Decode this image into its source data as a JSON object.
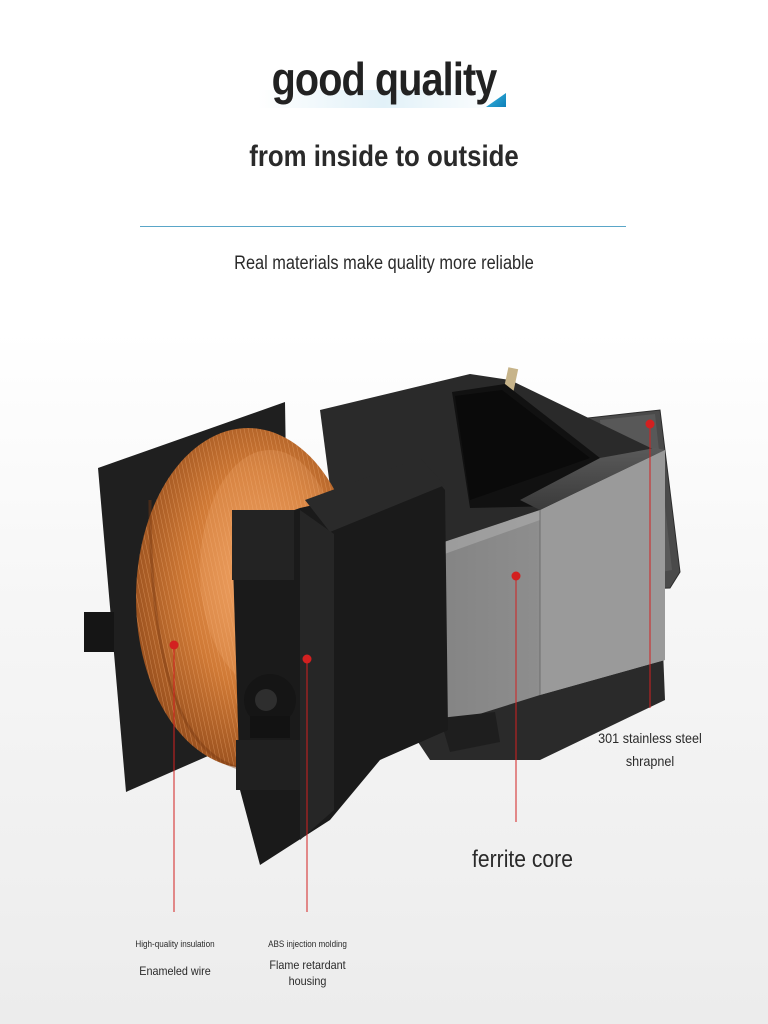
{
  "header": {
    "title": "good quality",
    "subtitle": "from inside to outside",
    "tagline": "Real materials make quality more reliable"
  },
  "callouts": {
    "enameled_wire": {
      "heading": "High-quality insulation",
      "label": "Enameled wire"
    },
    "abs_housing": {
      "heading": "ABS injection molding",
      "line1": "Flame retardant",
      "line2": "housing"
    },
    "ferrite_core": {
      "label": "ferrite core"
    },
    "shrapnel": {
      "line1": "301 stainless steel",
      "line2": "shrapnel"
    }
  },
  "colors": {
    "accent_blue": "#5aa6c8",
    "marker_red": "#d32020",
    "copper": "#c9722e",
    "housing_black": "#1c1c1c",
    "core_gray": "#8a8a8a"
  }
}
